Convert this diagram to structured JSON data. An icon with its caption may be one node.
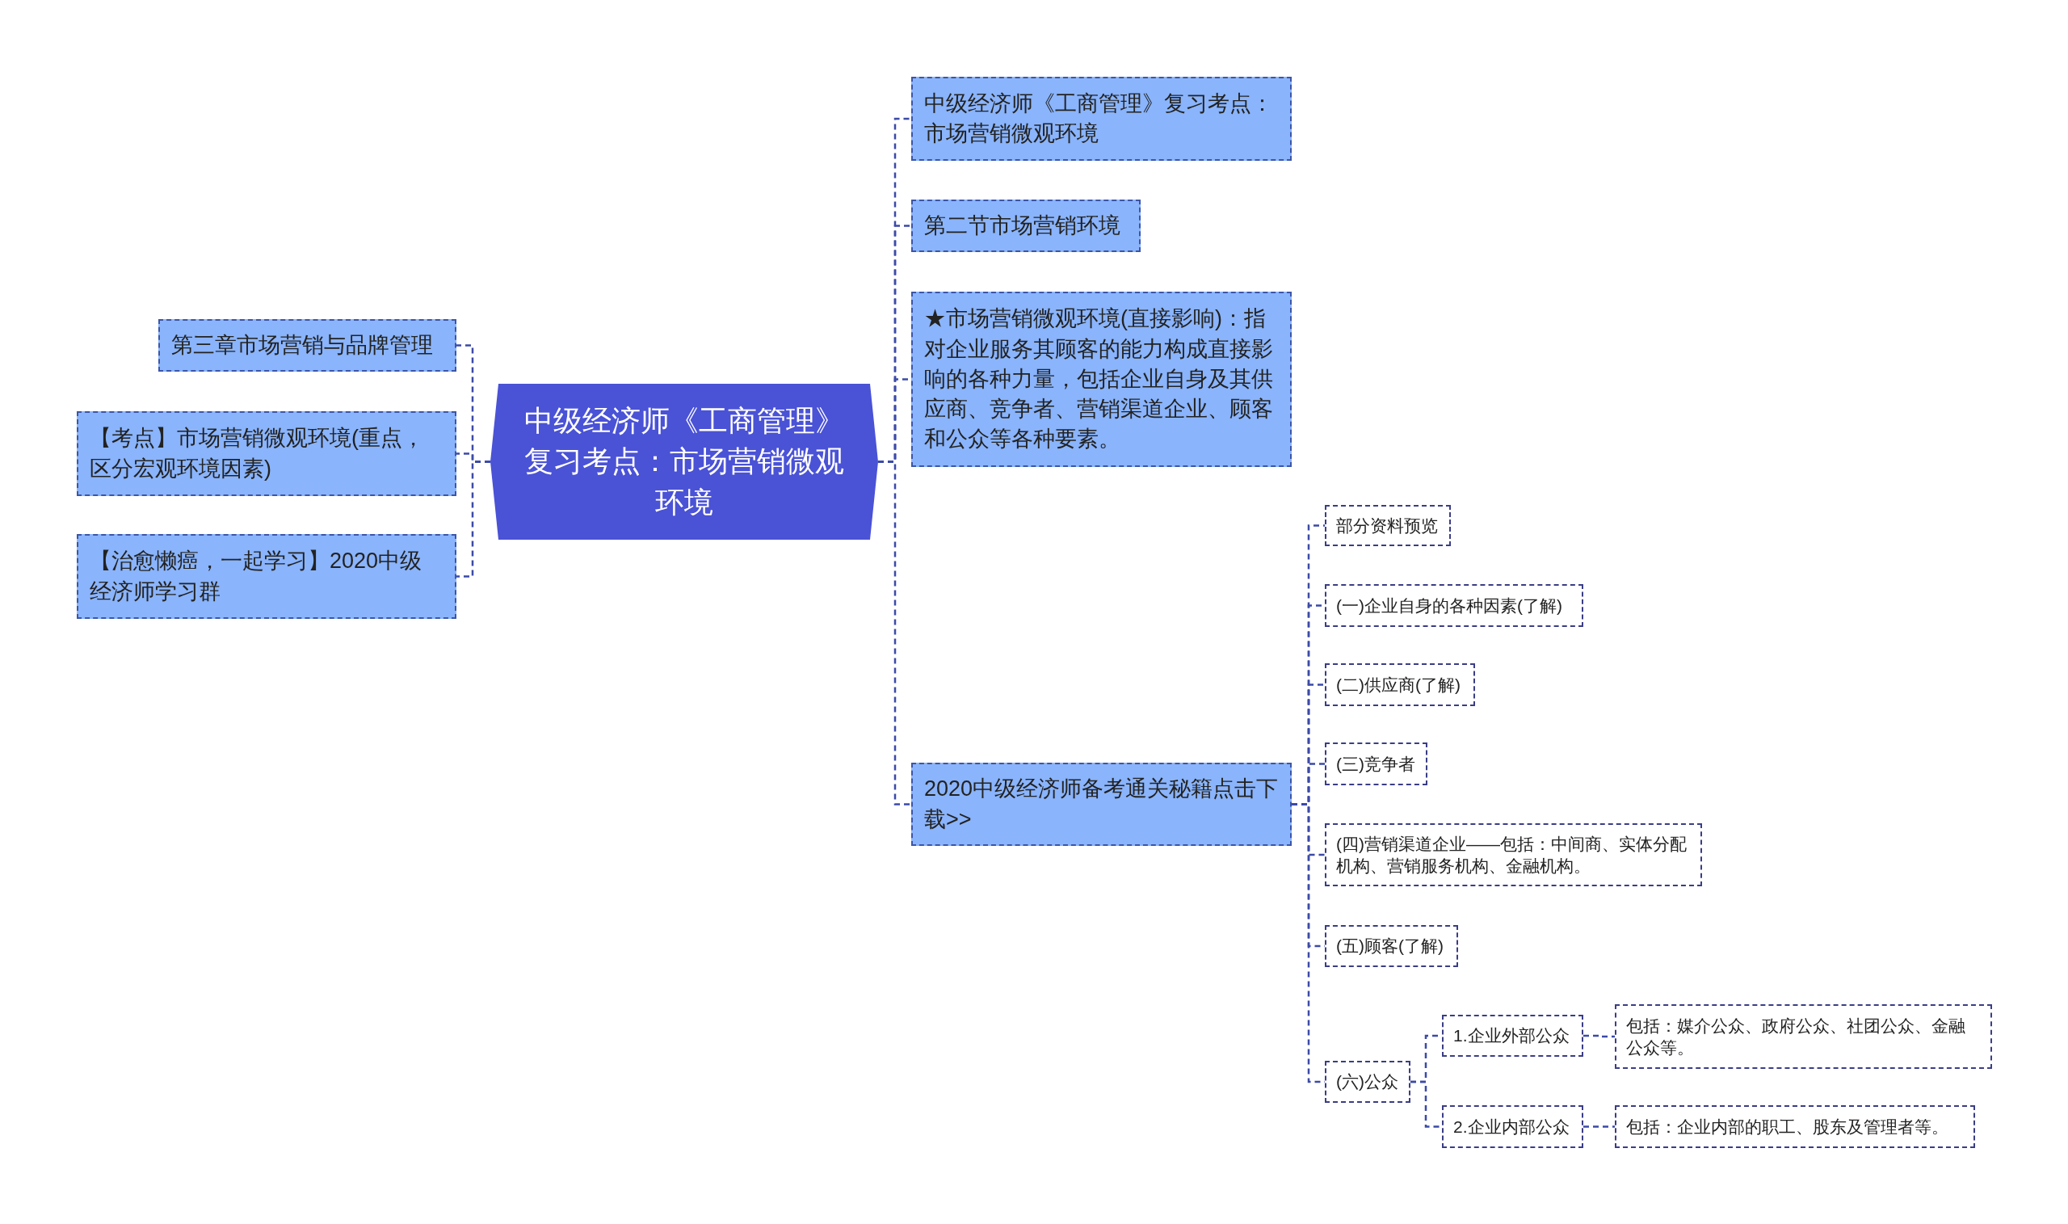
{
  "diagram": {
    "nodes": [
      {
        "text": [
          "中级经济师《工商管理》复习考点：市场营销微观环境"
        ]
      },
      {
        "text": [
          "第三章市场营销与品牌管理"
        ]
      },
      {
        "text": [
          "【考点】市场营销微观环境(重点，区分宏观环境因素)"
        ]
      },
      {
        "text": [
          "【治愈懒癌，一起学习】2020中级经济师学习群"
        ]
      },
      {
        "text": [
          "中级经济师《工商管理》复习考点：市场营销微观环境"
        ]
      },
      {
        "text": [
          "第二节市场营销环境"
        ]
      },
      {
        "text": [
          "★市场营销微观环境(直接影响)：指对企业服务其顾客的能力构成直接影响的各种力量，包括企业自身及其供应商、竞争者、营销渠道企业、顾客和公众等各种要素。"
        ]
      },
      {
        "text": [
          "2020中级经济师备考通关秘籍点击下载>>"
        ]
      },
      {
        "text": [
          "部分资料预览"
        ]
      },
      {
        "text": [
          "(一)企业自身的各种因素(了解)"
        ]
      },
      {
        "text": [
          "(二)供应商(了解)"
        ]
      },
      {
        "text": [
          "(三)竞争者"
        ]
      },
      {
        "text": [
          "(四)营销渠道企业——包括：中间商、实体分配机构、营销服务机构、金融机构。"
        ]
      },
      {
        "text": [
          "(五)顾客(了解)"
        ]
      },
      {
        "text": [
          "(六)公众"
        ]
      },
      {
        "text": [
          "1.企业外部公众"
        ]
      },
      {
        "text": [
          "包括：媒介公众、政府公众、社团公众、金融公众等。"
        ]
      },
      {
        "text": [
          "2.企业内部公众"
        ]
      },
      {
        "text": [
          "包括：企业内部的职工、股东及管理者等。"
        ]
      }
    ],
    "edges": [
      {
        "from": 0,
        "to": 1,
        "arrow": "none"
      },
      {
        "from": 0,
        "to": 2,
        "arrow": "none"
      },
      {
        "from": 0,
        "to": 3,
        "arrow": "none"
      },
      {
        "from": 0,
        "to": 4,
        "arrow": "none"
      },
      {
        "from": 0,
        "to": 5,
        "arrow": "none"
      },
      {
        "from": 0,
        "to": 6,
        "arrow": "none"
      },
      {
        "from": 0,
        "to": 7,
        "arrow": "none"
      },
      {
        "from": 7,
        "to": 8,
        "arrow": "none"
      },
      {
        "from": 7,
        "to": 9,
        "arrow": "none"
      },
      {
        "from": 7,
        "to": 10,
        "arrow": "none"
      },
      {
        "from": 7,
        "to": 11,
        "arrow": "none"
      },
      {
        "from": 7,
        "to": 12,
        "arrow": "none"
      },
      {
        "from": 7,
        "to": 13,
        "arrow": "none"
      },
      {
        "from": 7,
        "to": 14,
        "arrow": "none"
      },
      {
        "from": 14,
        "to": 15,
        "arrow": "none"
      },
      {
        "from": 15,
        "to": 16,
        "arrow": "none"
      },
      {
        "from": 14,
        "to": 17,
        "arrow": "none"
      },
      {
        "from": 17,
        "to": 18,
        "arrow": "none"
      }
    ]
  }
}
